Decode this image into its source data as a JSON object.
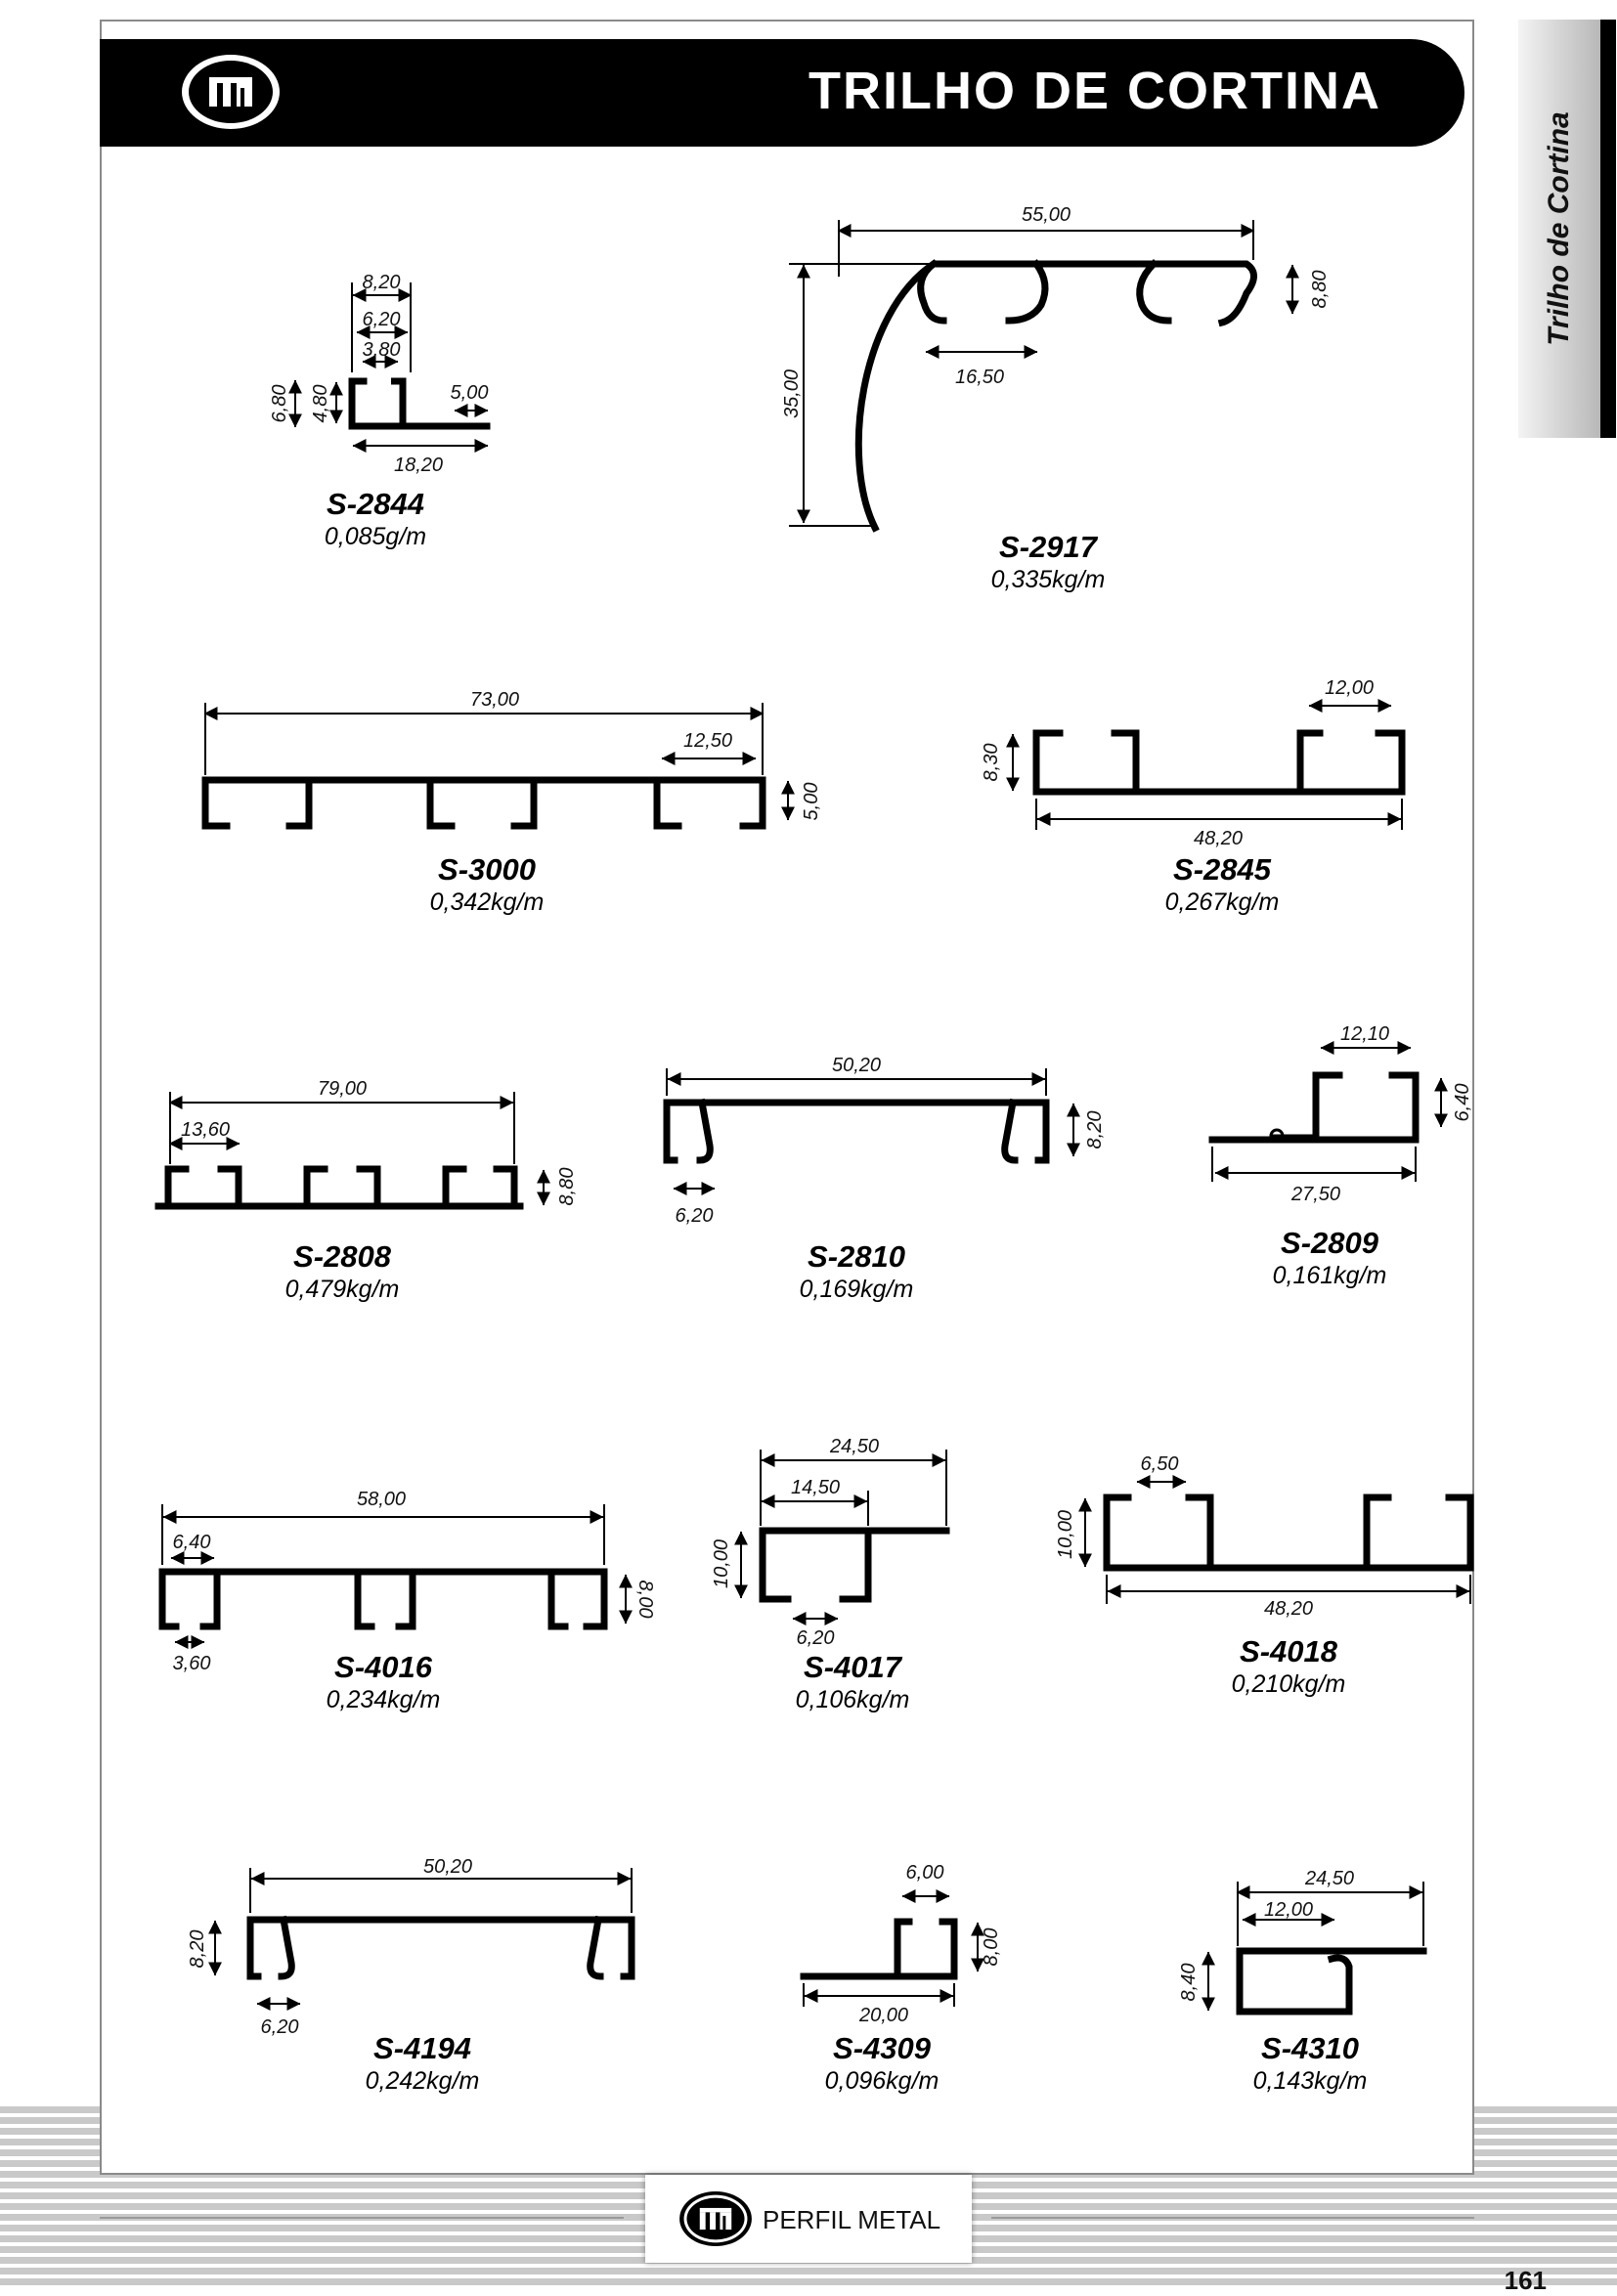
{
  "header": {
    "title": "TRILHO DE CORTINA"
  },
  "side_tab": {
    "label": "Trilho de Cortina"
  },
  "footer": {
    "brand": "PERFIL METAL",
    "page_number": "161"
  },
  "profiles": [
    {
      "code": "S-2844",
      "weight": "0,085g/m",
      "dims": [
        "8,20",
        "6,20",
        "3,80",
        "6,80",
        "4,80",
        "5,00",
        "18,20"
      ]
    },
    {
      "code": "S-2917",
      "weight": "0,335kg/m",
      "dims": [
        "55,00",
        "8,80",
        "35,00",
        "16,50"
      ]
    },
    {
      "code": "S-3000",
      "weight": "0,342kg/m",
      "dims": [
        "73,00",
        "12,50",
        "5,00"
      ]
    },
    {
      "code": "S-2845",
      "weight": "0,267kg/m",
      "dims": [
        "12,00",
        "8,30",
        "48,20"
      ]
    },
    {
      "code": "S-2808",
      "weight": "0,479kg/m",
      "dims": [
        "79,00",
        "13,60",
        "8,80"
      ]
    },
    {
      "code": "S-2810",
      "weight": "0,169kg/m",
      "dims": [
        "50,20",
        "8,20",
        "6,20"
      ]
    },
    {
      "code": "S-2809",
      "weight": "0,161kg/m",
      "dims": [
        "12,10",
        "6,40",
        "27,50"
      ]
    },
    {
      "code": "S-4016",
      "weight": "0,234kg/m",
      "dims": [
        "58,00",
        "6,40",
        "8,00",
        "3,60"
      ]
    },
    {
      "code": "S-4017",
      "weight": "0,106kg/m",
      "dims": [
        "24,50",
        "14,50",
        "10,00",
        "6,20"
      ]
    },
    {
      "code": "S-4018",
      "weight": "0,210kg/m",
      "dims": [
        "6,50",
        "10,00",
        "48,20"
      ]
    },
    {
      "code": "S-4194",
      "weight": "0,242kg/m",
      "dims": [
        "50,20",
        "8,20",
        "6,20"
      ]
    },
    {
      "code": "S-4309",
      "weight": "0,096kg/m",
      "dims": [
        "6,00",
        "8,00",
        "20,00"
      ]
    },
    {
      "code": "S-4310",
      "weight": "0,143kg/m",
      "dims": [
        "24,50",
        "12,00",
        "8,40"
      ]
    }
  ]
}
